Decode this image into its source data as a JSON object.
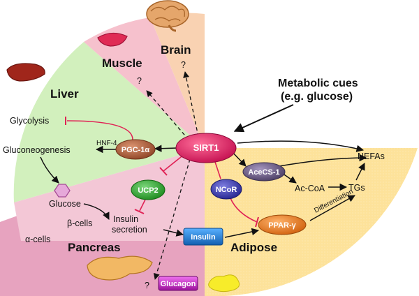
{
  "sections": {
    "brain": "Brain",
    "muscle": "Muscle",
    "liver": "Liver",
    "pancreas": "Pancreas",
    "adipose": "Adipose"
  },
  "cues": {
    "line1": "Metabolic cues",
    "line2": "(e.g. glucose)"
  },
  "nodes": {
    "sirt1": "SIRT1",
    "pgc1a": "PGC-1α",
    "ucp2": "UCP2",
    "ncor": "NCoR",
    "acecs1": "AceCS-1",
    "ppar": "PPAR-γ",
    "insulin": "Insulin",
    "glucagon": "Glucagon"
  },
  "labels": {
    "glycolysis": "Glycolysis",
    "gluconeogenesis": "Gluconeogenesis",
    "hnf4": "HNF-4",
    "glucose": "Glucose",
    "beta_cells": "β-cells",
    "alpha_cells": "α-cells",
    "insulin_secretion_1": "Insulin",
    "insulin_secretion_2": "secretion",
    "nefas": "NEFAs",
    "acetyl_coa": "Ac-CoA",
    "tgs": "TGs",
    "differentiation": "Differentiation",
    "q_brain": "?",
    "q_muscle": "?",
    "q_pancreas": "?"
  },
  "colors": {
    "brain_bg": "#f9d2b2",
    "muscle_bg": "#f6c1cd",
    "liver_bg": "#d2f0bd",
    "pancreas_bg": "#e7a3bf",
    "beta_bg": "#f3c7d6",
    "adipose_bg": "#fde29a",
    "sirt1": "#e2135d",
    "pgc1a": "#b5613f",
    "ucp2": "#2ea82e",
    "ncor": "#3a3ab0",
    "acecs1": "#6c5a86",
    "ppar": "#f07c1c",
    "insulin": "#1f7fd8",
    "glucagon": "#c828c8",
    "inhibit": "#e02255"
  }
}
